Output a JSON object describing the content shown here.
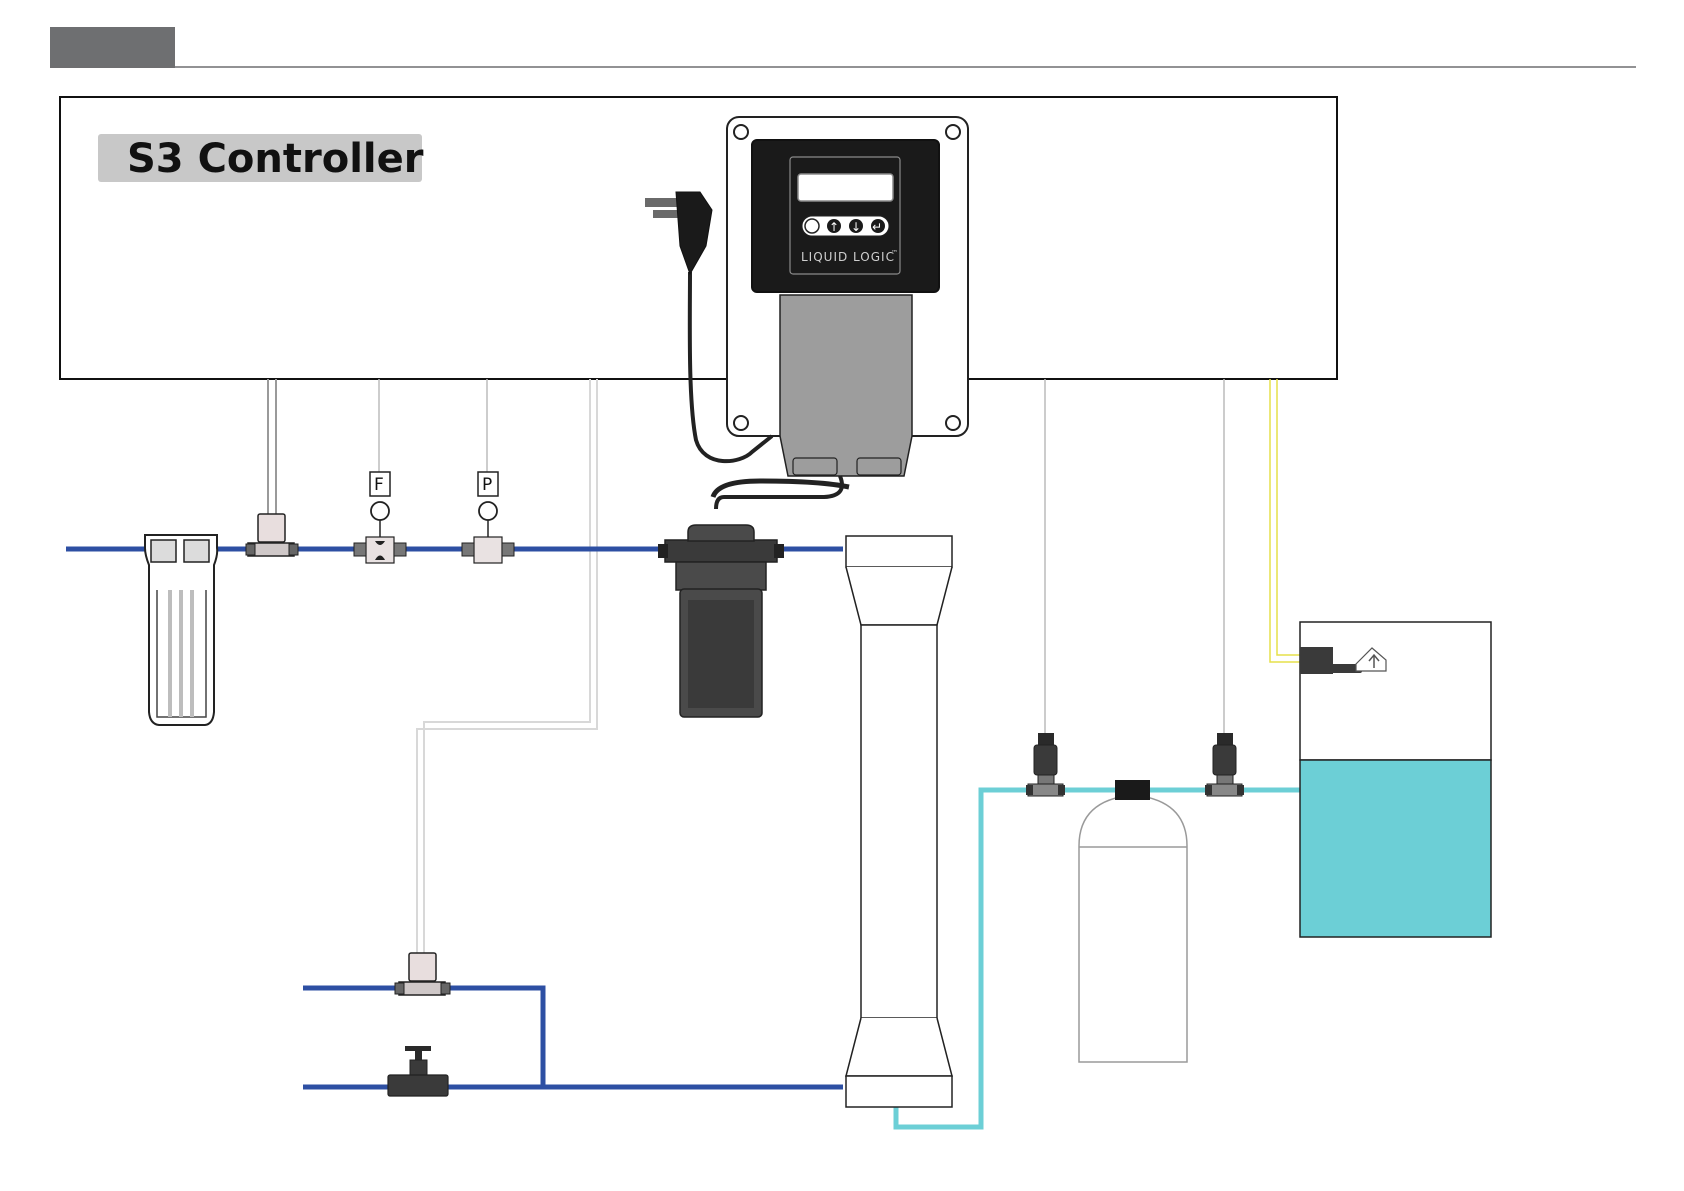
{
  "header": {
    "tab_label": ""
  },
  "controller": {
    "title": "S3 Controller",
    "brand": "LIQUID LOGIC",
    "brand_mark": "™",
    "buttons": [
      "",
      "↑",
      "↓",
      "↵"
    ]
  },
  "sensors": {
    "flow_label": "F",
    "pressure_label": "P"
  },
  "colors": {
    "feed_line": "#2d4fa3",
    "product_line": "#6ccfd6",
    "tank_water": "#6ccfd6",
    "header_tab": "#6e6f71",
    "title_badge": "#c8c8c8",
    "controller_face": "#1a1a1a",
    "pump": "#4a4a4a",
    "float_wire": "#e6e04a"
  },
  "icons": [
    "power-plug-icon",
    "up-arrow-icon",
    "down-arrow-icon",
    "enter-icon",
    "float-switch-icon"
  ]
}
